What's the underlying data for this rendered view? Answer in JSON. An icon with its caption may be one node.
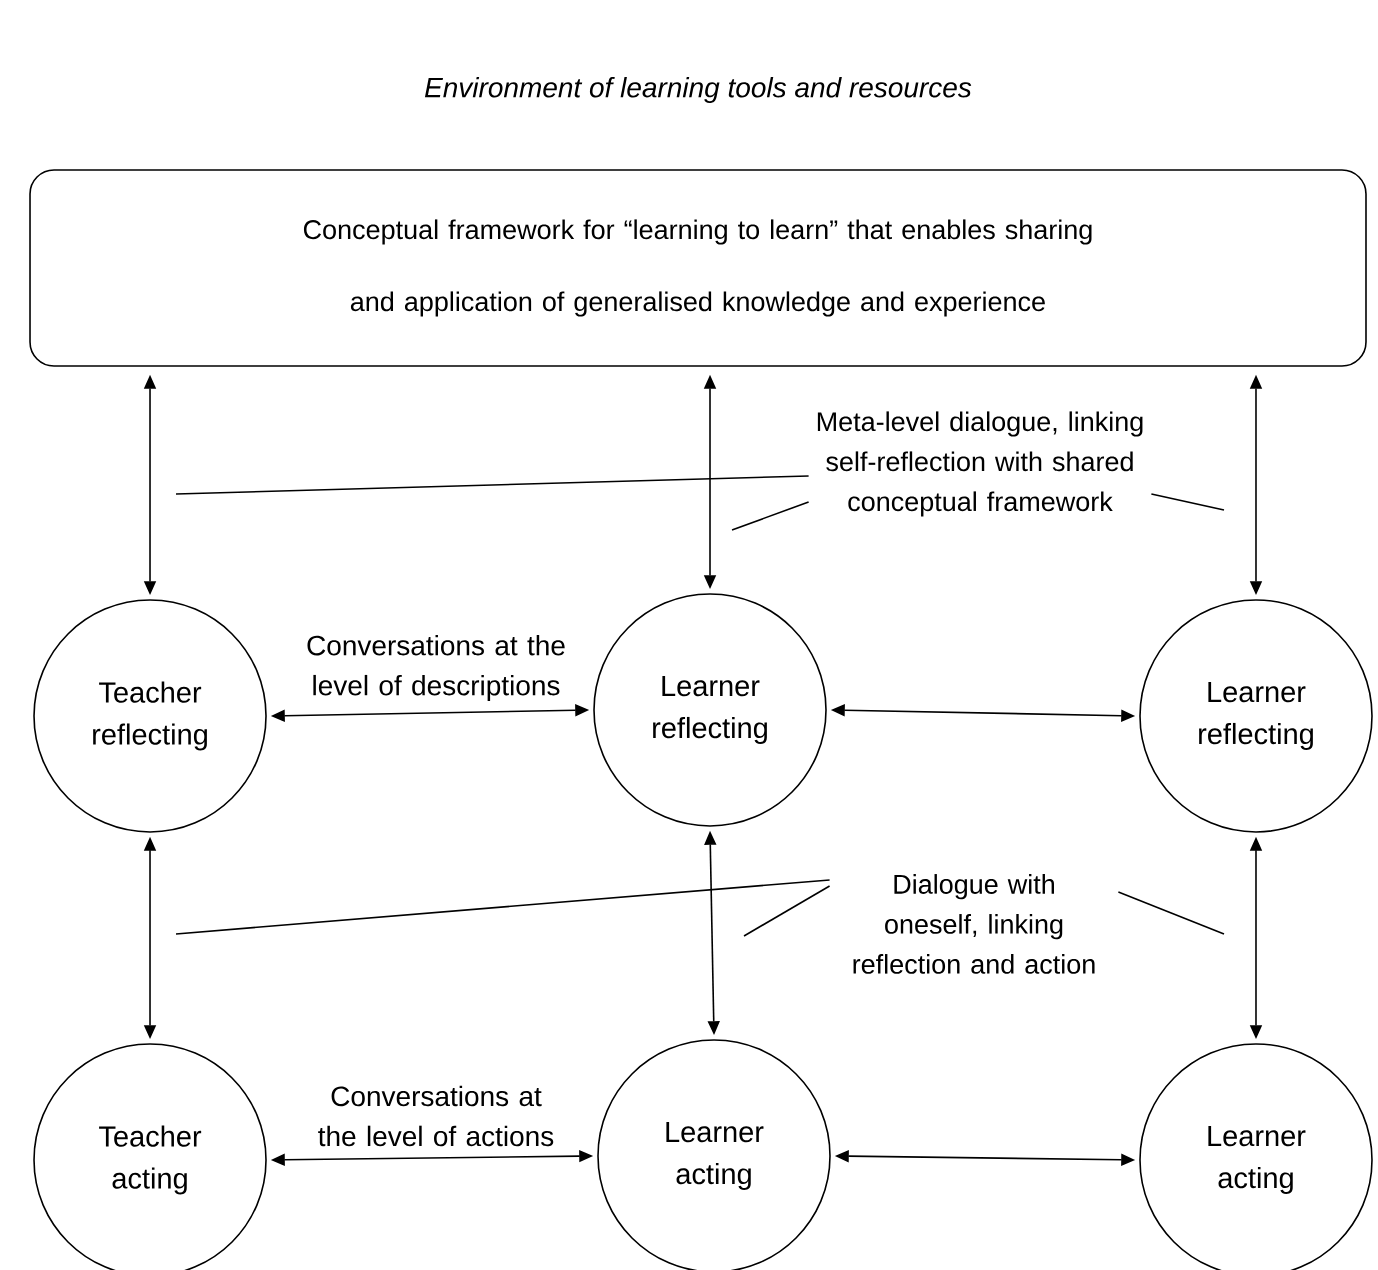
{
  "diagram": {
    "title": "Environment of learning tools and resources",
    "nodes": [
      {
        "text": [
          "Conceptual framework for “learning to learn” that enables sharing and application of generalised knowledge and experience"
        ]
      },
      {
        "text": [
          "Teacher reflecting"
        ]
      },
      {
        "text": [
          "Learner reflecting"
        ]
      },
      {
        "text": [
          "Learner reflecting"
        ]
      },
      {
        "text": [
          "Teacher acting"
        ]
      },
      {
        "text": [
          "Learner acting"
        ]
      },
      {
        "text": [
          "Learner acting"
        ]
      },
      {
        "text": [
          "Meta-level dialogue, linking self-reflection with shared conceptual framework"
        ]
      },
      {
        "text": [
          "Dialogue with oneself, linking reflection and action"
        ]
      }
    ],
    "edges": [
      {
        "from": 0,
        "to": 1,
        "arrow": "both"
      },
      {
        "from": 0,
        "to": 2,
        "arrow": "both"
      },
      {
        "from": 0,
        "to": 3,
        "arrow": "both"
      },
      {
        "from": 1,
        "to": 2,
        "arrow": "both",
        "label": "Conversations at the level of descriptions"
      },
      {
        "from": 2,
        "to": 3,
        "arrow": "both"
      },
      {
        "from": 1,
        "to": 4,
        "arrow": "both"
      },
      {
        "from": 2,
        "to": 5,
        "arrow": "both"
      },
      {
        "from": 3,
        "to": 6,
        "arrow": "both"
      },
      {
        "from": 4,
        "to": 5,
        "arrow": "both",
        "label": "Conversations at the level of actions"
      },
      {
        "from": 5,
        "to": 6,
        "arrow": "both"
      },
      {
        "from": 7,
        "to": null,
        "arrow": "none"
      },
      {
        "from": 7,
        "to": null,
        "arrow": "none"
      },
      {
        "from": 7,
        "to": null,
        "arrow": "none"
      },
      {
        "from": 8,
        "to": null,
        "arrow": "none"
      },
      {
        "from": 8,
        "to": null,
        "arrow": "none"
      },
      {
        "from": 8,
        "to": null,
        "arrow": "none"
      }
    ]
  }
}
